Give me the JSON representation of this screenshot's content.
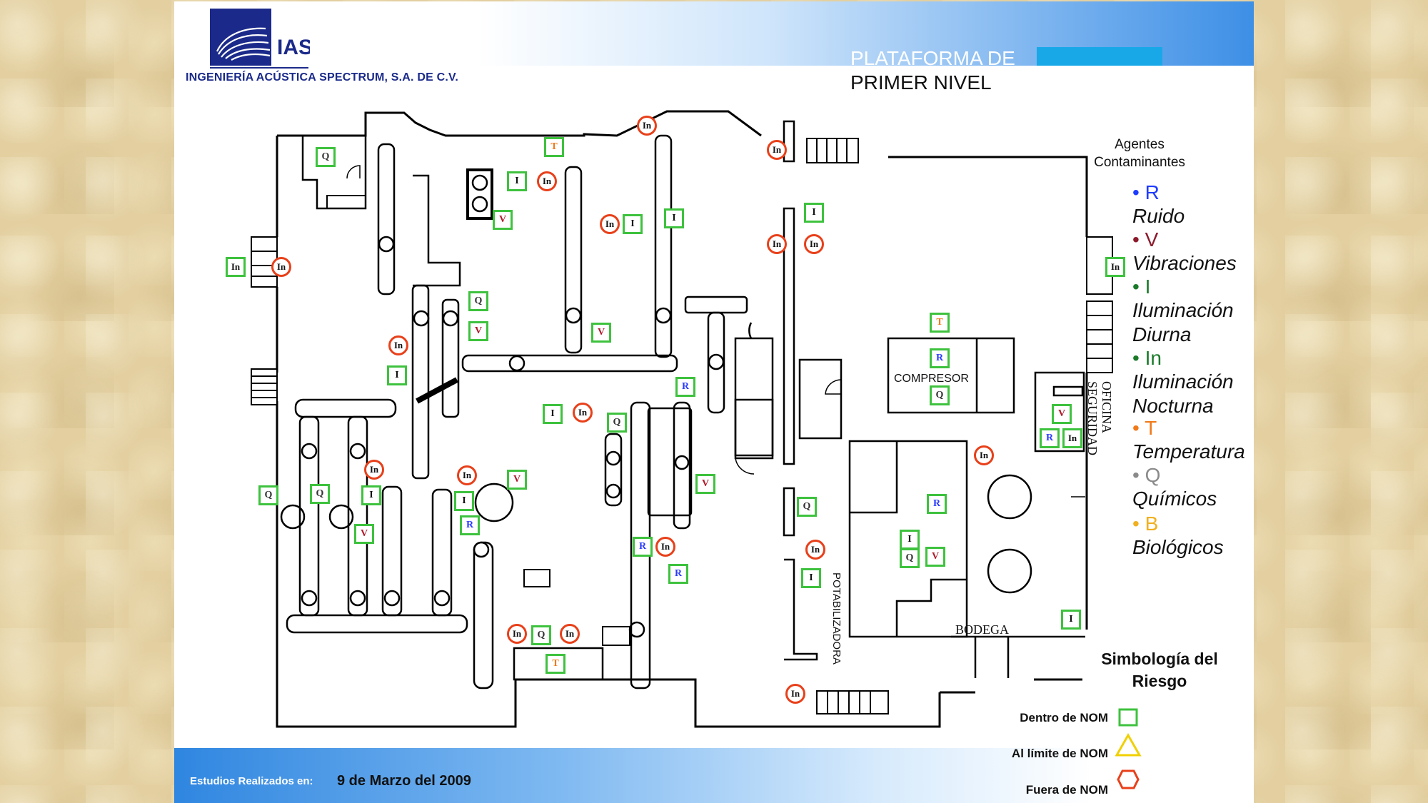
{
  "header": {
    "logo_text": "IAS",
    "company": "INGENIERÍA ACÚSTICA SPECTRUM, S.A. DE C.V.",
    "title_line1": "PLATAFORMA DE",
    "title_line2": "PRIMER NIVEL"
  },
  "footer": {
    "studies_label": "Estudios Realizados en:",
    "studies_date": "9 de Marzo del 2009"
  },
  "plan_labels": {
    "compresor": "COMPRESOR",
    "potabilizadora": "POTABILIZADORA",
    "bodega": "BODEGA",
    "oficina": "OFICINA",
    "seguridad": "SEGURIDAD"
  },
  "legend": {
    "title_line1": "Agentes",
    "title_line2": "Contaminantes",
    "items": [
      {
        "code": "R",
        "name": "Ruido",
        "color": "#1e3cff"
      },
      {
        "code": "V",
        "name": "Vibraciones",
        "color": "#8b1a2b"
      },
      {
        "code": "I",
        "name": "Iluminación Diurna",
        "color": "#1a7a2a"
      },
      {
        "code": "In",
        "name": "Iluminación Nocturna",
        "color": "#1a7a2a"
      },
      {
        "code": "T",
        "name": "Temperatura",
        "color": "#f07a1a"
      },
      {
        "code": "Q",
        "name": "Químicos",
        "color": "#8a8a8a"
      },
      {
        "code": "B",
        "name": "Biológicos",
        "color": "#f0b020"
      }
    ]
  },
  "risk_legend": {
    "title_line1": "Simbología del",
    "title_line2": "Riesgo",
    "within": "Dentro de NOM",
    "limit": "Al límite de NOM",
    "outside": "Fuera de NOM",
    "within_color": "#3ec23e",
    "limit_color": "#f0d000",
    "outside_color": "#e8401a"
  },
  "markers": [
    {
      "code": "Q",
      "status": "within"
    },
    {
      "code": "T",
      "status": "within"
    },
    {
      "code": "In",
      "status": "outside"
    },
    {
      "code": "In",
      "status": "outside"
    },
    {
      "code": "I",
      "status": "within"
    },
    {
      "code": "In",
      "status": "outside"
    },
    {
      "code": "V",
      "status": "within"
    },
    {
      "code": "In",
      "status": "outside"
    },
    {
      "code": "I",
      "status": "within"
    },
    {
      "code": "I",
      "status": "within"
    },
    {
      "code": "In",
      "status": "outside"
    },
    {
      "code": "In",
      "status": "within"
    },
    {
      "code": "In",
      "status": "outside"
    },
    {
      "code": "In",
      "status": "within"
    },
    {
      "code": "Q",
      "status": "within"
    },
    {
      "code": "V",
      "status": "within"
    },
    {
      "code": "V",
      "status": "within"
    },
    {
      "code": "T",
      "status": "within"
    },
    {
      "code": "R",
      "status": "within"
    },
    {
      "code": "Q",
      "status": "within"
    },
    {
      "code": "In",
      "status": "outside"
    },
    {
      "code": "I",
      "status": "within"
    },
    {
      "code": "R",
      "status": "within"
    },
    {
      "code": "In",
      "status": "outside"
    },
    {
      "code": "I",
      "status": "within"
    },
    {
      "code": "I",
      "status": "within"
    },
    {
      "code": "In",
      "status": "outside"
    },
    {
      "code": "Q",
      "status": "within"
    },
    {
      "code": "V",
      "status": "within"
    },
    {
      "code": "R",
      "status": "within"
    },
    {
      "code": "In",
      "status": "within"
    },
    {
      "code": "In",
      "status": "outside"
    },
    {
      "code": "In",
      "status": "outside"
    },
    {
      "code": "In",
      "status": "outside"
    },
    {
      "code": "Q",
      "status": "within"
    },
    {
      "code": "Q",
      "status": "within"
    },
    {
      "code": "I",
      "status": "within"
    },
    {
      "code": "I",
      "status": "within"
    },
    {
      "code": "V",
      "status": "within"
    },
    {
      "code": "V",
      "status": "within"
    },
    {
      "code": "V",
      "status": "within"
    },
    {
      "code": "R",
      "status": "within"
    },
    {
      "code": "R",
      "status": "within"
    },
    {
      "code": "Q",
      "status": "within"
    },
    {
      "code": "I",
      "status": "within"
    },
    {
      "code": "In",
      "status": "outside"
    },
    {
      "code": "R",
      "status": "within"
    },
    {
      "code": "Q",
      "status": "within"
    },
    {
      "code": "V",
      "status": "within"
    },
    {
      "code": "In",
      "status": "outside"
    },
    {
      "code": "I",
      "status": "within"
    },
    {
      "code": "R",
      "status": "within"
    },
    {
      "code": "I",
      "status": "within"
    },
    {
      "code": "In",
      "status": "outside"
    },
    {
      "code": "Q",
      "status": "within"
    },
    {
      "code": "In",
      "status": "outside"
    },
    {
      "code": "T",
      "status": "within"
    },
    {
      "code": "In",
      "status": "outside"
    }
  ]
}
